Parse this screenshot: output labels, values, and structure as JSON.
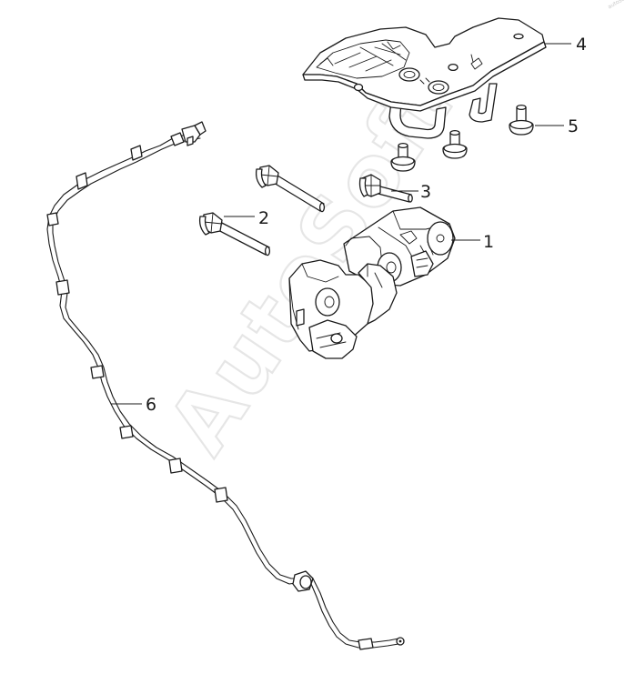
{
  "watermark": "AutoSoft",
  "corner_mark": "autosoft",
  "callouts": [
    {
      "label": "1",
      "part": "latch-assembly"
    },
    {
      "label": "2",
      "part": "long-bolt"
    },
    {
      "label": "3",
      "part": "short-bolt"
    },
    {
      "label": "4",
      "part": "striker-bracket"
    },
    {
      "label": "5",
      "part": "flange-screw"
    },
    {
      "label": "6",
      "part": "release-cable"
    }
  ],
  "colors": {
    "line": "#1a1a1a",
    "background": "#ffffff",
    "watermark": "#e6e6e6"
  }
}
